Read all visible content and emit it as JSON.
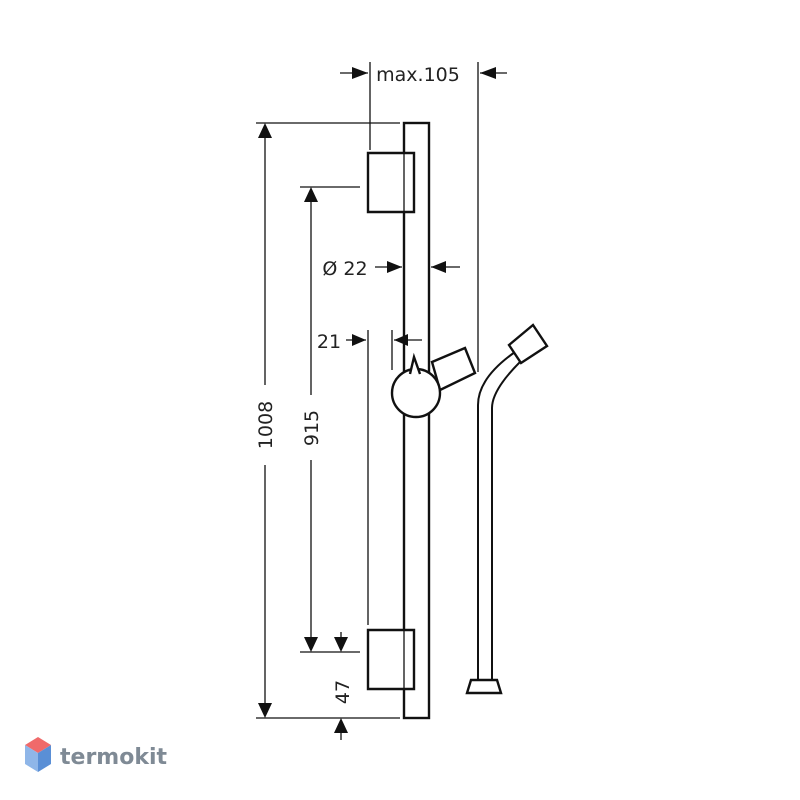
{
  "dimensions": {
    "max_projection": "max.105",
    "bar_diameter": "Ø 22",
    "holder_offset": "21",
    "total_length": "1008",
    "bracket_spacing": "915",
    "bottom_offset": "47"
  },
  "watermark": {
    "brand": "termokit",
    "colors": {
      "top": "#f06a6a",
      "left": "#8fb6e8",
      "right": "#5a8fd6",
      "text": "#7f8a95"
    }
  }
}
